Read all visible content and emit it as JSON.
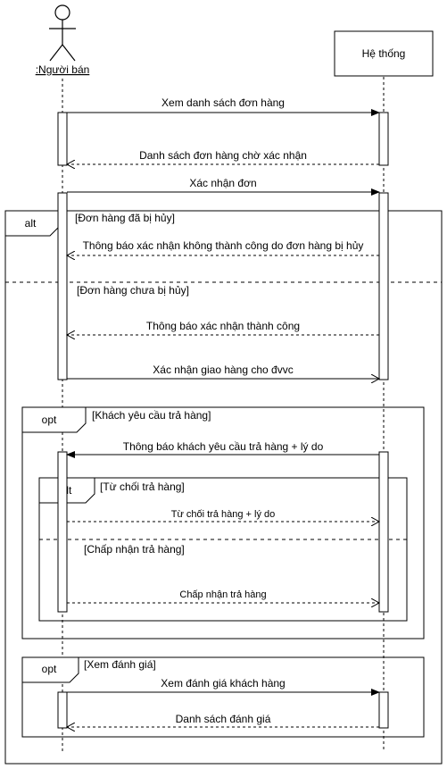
{
  "participants": {
    "actor": ":Người bán",
    "system": "Hệ thống"
  },
  "messages": {
    "m1": "Xem danh sách đơn hàng",
    "m2": "Danh sách đơn hàng chờ xác nhận",
    "m3": "Xác nhận đơn",
    "m4": "Thông báo xác nhận không thành công do đơn hàng bị hủy",
    "m5": "Thông báo xác nhận thành công",
    "m6": "Xác nhận giao hàng cho đvvc",
    "m7": "Thông báo khách yêu cầu trả hàng + lý do",
    "m8": "Từ chối trả hàng + lý do",
    "m9": "Chấp nhận trả hàng",
    "m10": "Xem đánh giá khách hàng",
    "m11": "Danh sách đánh giá"
  },
  "frames": {
    "alt1": {
      "tag": "alt",
      "guard1": "[Đơn hàng đã bị hủy]",
      "guard2": "[Đơn hàng chưa bị hủy]"
    },
    "opt1": {
      "tag": "opt",
      "guard": "[Khách yêu cầu trả hàng]"
    },
    "alt2": {
      "tag": "alt",
      "guard1": "[Từ chối trả hàng]",
      "guard2": "[Chấp nhận trả hàng]"
    },
    "opt2": {
      "tag": "opt",
      "guard": "[Xem đánh giá]"
    }
  }
}
